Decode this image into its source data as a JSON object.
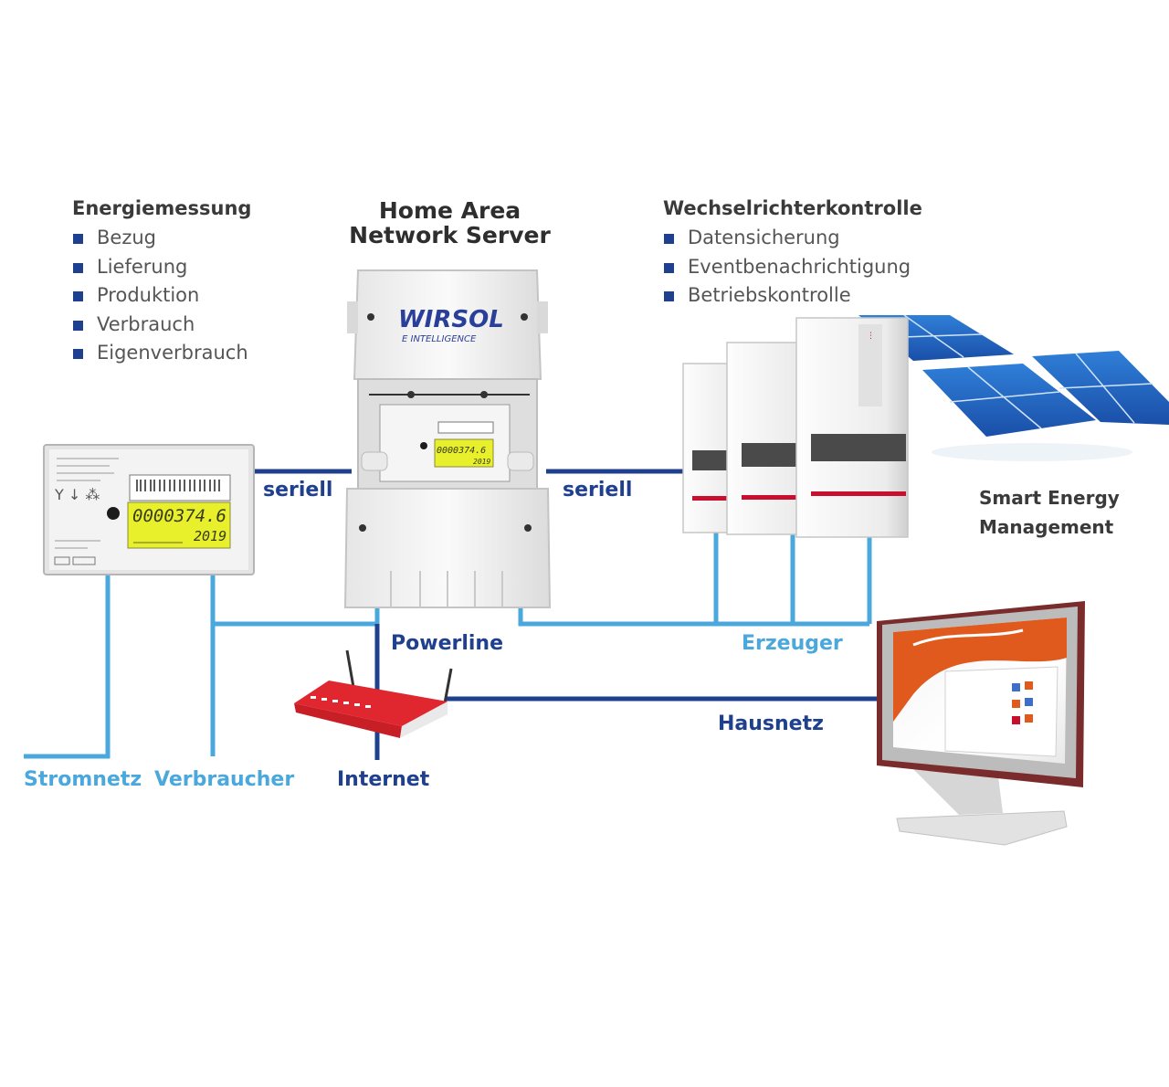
{
  "colors": {
    "dark_blue": "#1f3f8f",
    "light_blue": "#4aa8dc",
    "bullet": "#1f3f8f",
    "text_gray": "#555555",
    "heading": "#3a3a3a",
    "brand_blue": "#2a3f9a",
    "brand_red": "#c8102e",
    "lcd_yellow": "#e8f02c"
  },
  "energy": {
    "title": "Energiemessung",
    "items": [
      "Bezug",
      "Lieferung",
      "Produktion",
      "Verbrauch",
      "Eigenverbrauch"
    ]
  },
  "server": {
    "title_line1": "Home Area",
    "title_line2": "Network Server",
    "brand_name": "WIRSOL",
    "brand_sub": "E INTELLIGENCE"
  },
  "inverter": {
    "title": "Wechselrichterkontrolle",
    "items": [
      "Datensicherung",
      "Eventbenachrichtigung",
      "Betriebskontrolle"
    ]
  },
  "smart_energy": {
    "line1": "Smart Energy",
    "line2": "Management"
  },
  "meter": {
    "reading": "0000374.6",
    "year": "2019"
  },
  "labels": {
    "seriell_left": "seriell",
    "seriell_right": "seriell",
    "powerline": "Powerline",
    "erzeuger": "Erzeuger",
    "hausnetz": "Hausnetz",
    "stromnetz": "Stromnetz",
    "verbraucher": "Verbraucher",
    "internet": "Internet"
  }
}
